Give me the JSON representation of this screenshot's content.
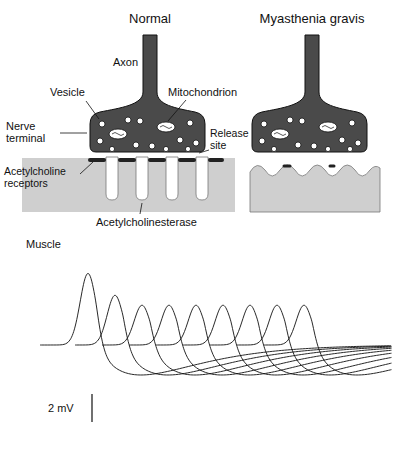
{
  "diagram": {
    "labels": [
      "Normal",
      "Myasthenia gravis",
      "Axon",
      "Vesicle",
      "Mitochondrion",
      "Release site",
      "Nerve terminal",
      "Acetylcholine receptors",
      "Acetylcholinesterase",
      "Muscle",
      "2 mV"
    ]
  }
}
